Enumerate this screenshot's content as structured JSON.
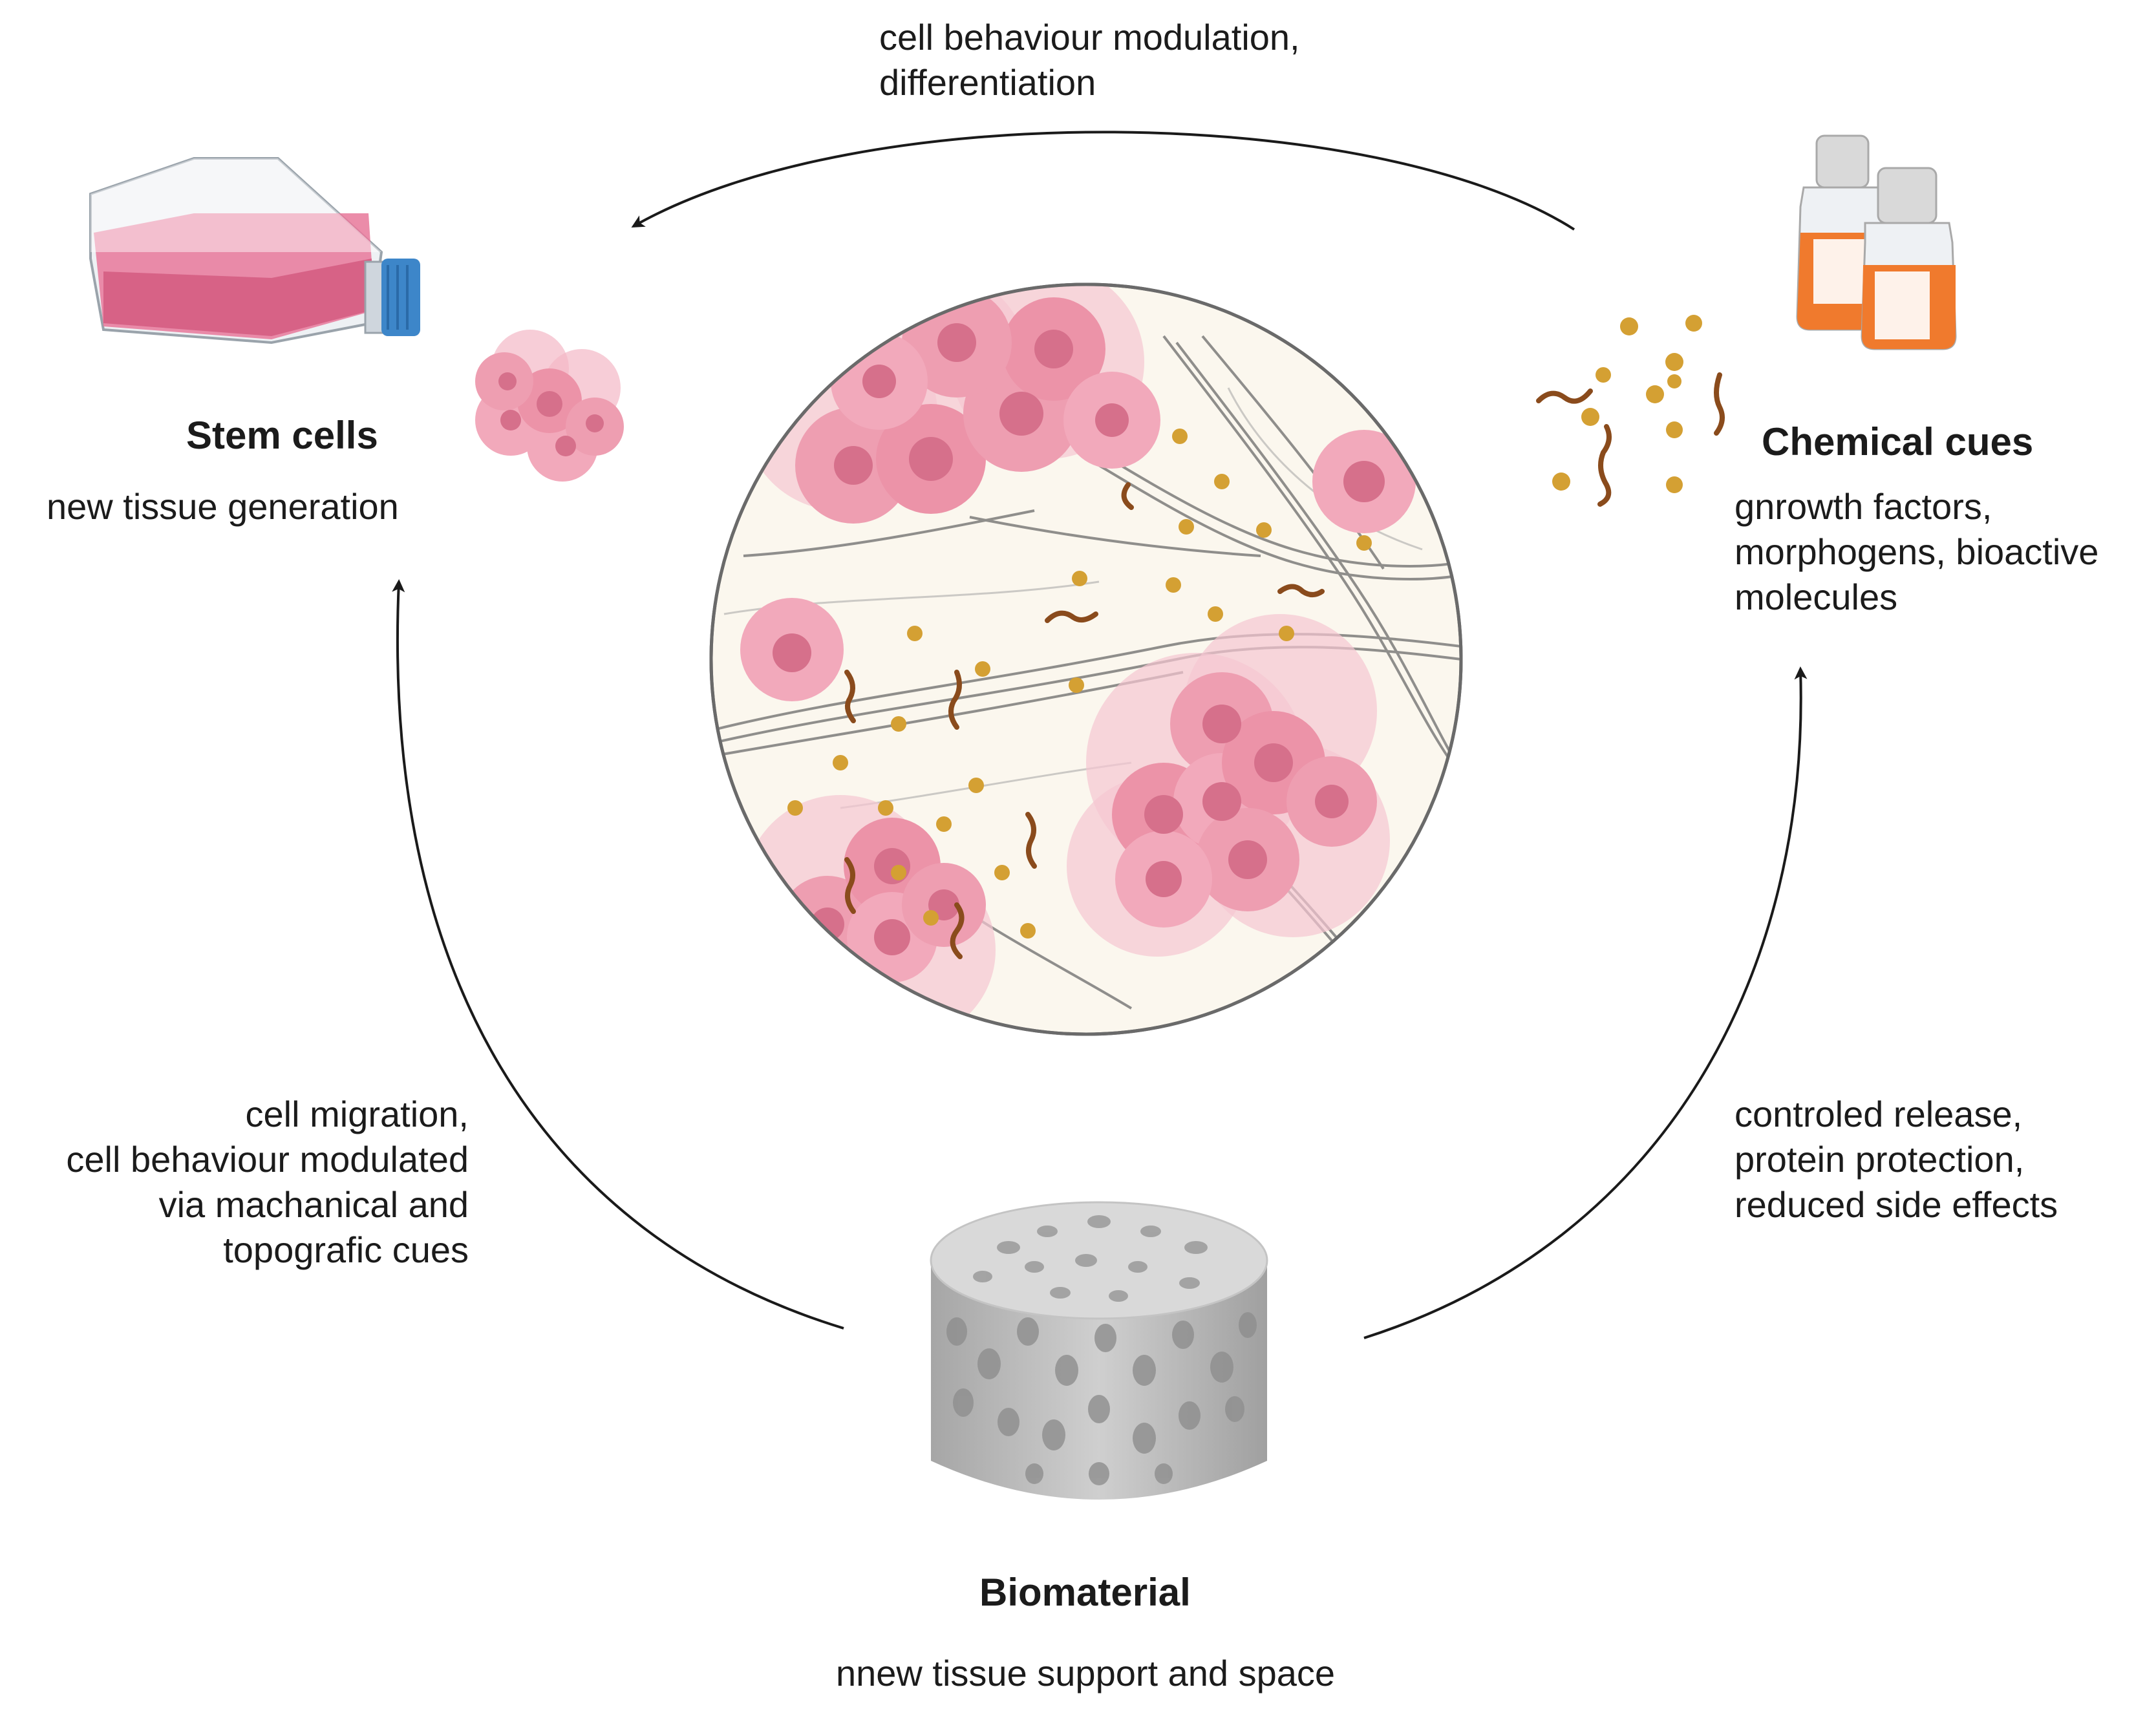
{
  "stem_cells": {
    "title": "Stem cells",
    "subtitle": "new tissue generation"
  },
  "chemical_cues": {
    "title": "Chemical cues",
    "subtitle_lines": [
      "gnrowth factors,",
      "morphogens, bioactive",
      "molecules"
    ]
  },
  "biomaterial": {
    "title": "Biomaterial",
    "subtitle": "nnew tissue support and space"
  },
  "arrows": {
    "top_lines": [
      "cell behaviour modulation,",
      "differentiation"
    ],
    "left_lines": [
      "cell migration,",
      "cell behaviour modulated",
      "via machanical and",
      "topografic cues"
    ],
    "right_lines": [
      "controled release,",
      "protein protection,",
      "reduced side effects"
    ]
  },
  "icons": {
    "flask": "cell-culture-flask-icon",
    "cell_cluster": "stem-cell-cluster-icon",
    "bottles": "reagent-bottles-icon",
    "molecules": "growth-factor-molecules-icon",
    "scaffold": "porous-scaffold-icon",
    "tissue": "engineered-tissue-circle"
  },
  "colors": {
    "cell_pink": "#e8899f",
    "cell_dark": "#cf5f7c",
    "molecule_gold": "#d4a033",
    "molecule_brown": "#8a4b1c",
    "fiber_gray": "#6b6b6b",
    "scaffold_gray": "#b9b9b9",
    "bottle_orange": "#f07a2d",
    "flask_blue": "#3d86c9",
    "arrow_black": "#1a1a1a"
  }
}
